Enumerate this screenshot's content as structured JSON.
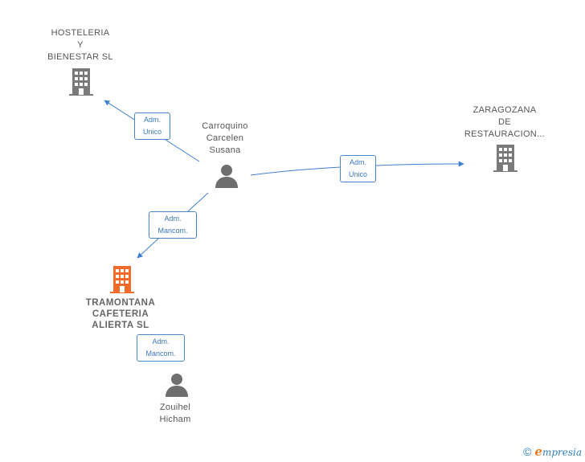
{
  "nodes": {
    "hosteleria": {
      "type": "company",
      "lines": [
        "HOSTELERIA",
        "Y",
        "BIENESTAR SL"
      ],
      "color": "#7a7a7a"
    },
    "zaragozana": {
      "type": "company",
      "lines": [
        "ZARAGOZANA",
        "DE",
        "RESTAURACION..."
      ],
      "color": "#7a7a7a"
    },
    "tramontana": {
      "type": "company",
      "lines": [
        "TRAMONTANA",
        "CAFETERIA",
        "ALIERTA  SL"
      ],
      "color": "#f26b2a",
      "highlight": true
    },
    "carroquino": {
      "type": "person",
      "lines": [
        "Carroquino",
        "Carcelen",
        "Susana"
      ],
      "color": "#6e6e6e"
    },
    "zouihel": {
      "type": "person",
      "lines": [
        "Zouihel",
        "Hicham"
      ],
      "color": "#6e6e6e"
    }
  },
  "edges": [
    {
      "from": "carroquino",
      "to": "hosteleria",
      "label_lines": [
        "Adm.",
        "Unico"
      ]
    },
    {
      "from": "carroquino",
      "to": "zaragozana",
      "label_lines": [
        "Adm.",
        "Unico"
      ]
    },
    {
      "from": "carroquino",
      "to": "tramontana",
      "label_lines": [
        "Adm.",
        "Mancom."
      ]
    },
    {
      "from": "zouihel",
      "to": "tramontana",
      "label_lines": [
        "Adm.",
        "Mancom."
      ]
    }
  ],
  "colors": {
    "edge": "#3f7fcf",
    "badge_border": "#4a86c8"
  },
  "footer": {
    "copyright": "©",
    "brand_initial": "e",
    "brand_rest": "mpresia"
  }
}
